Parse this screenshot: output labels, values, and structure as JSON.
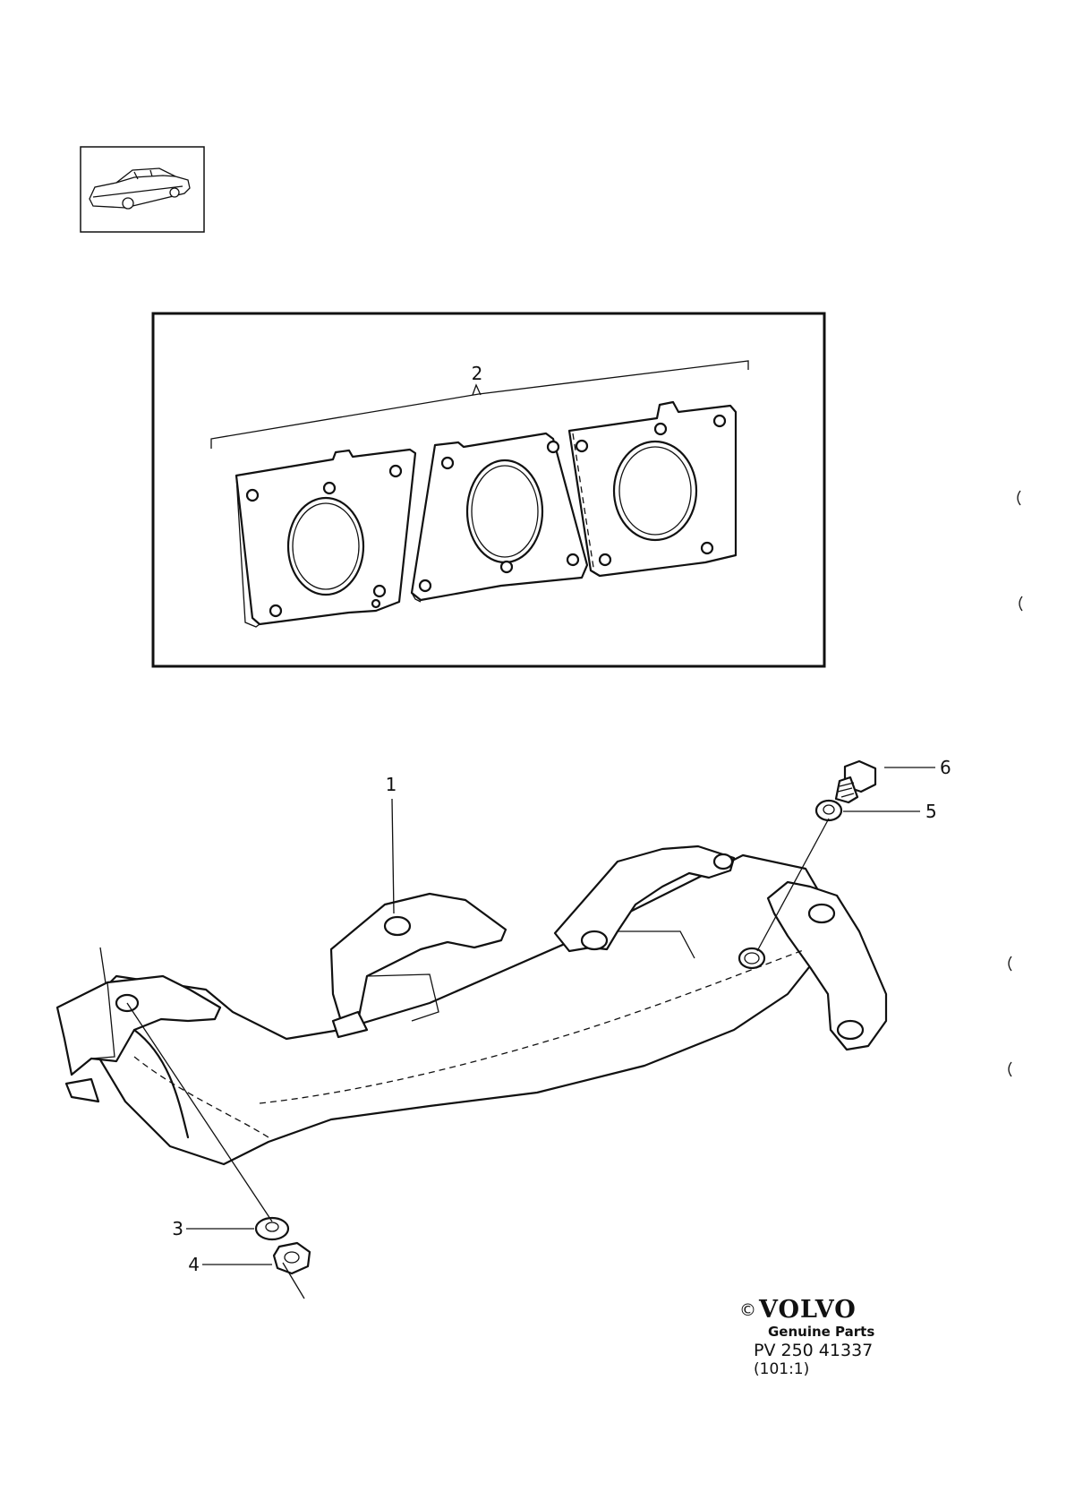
{
  "diagram": {
    "callouts": [
      {
        "id": "1",
        "label": "1"
      },
      {
        "id": "2",
        "label": "2"
      },
      {
        "id": "3",
        "label": "3"
      },
      {
        "id": "4",
        "label": "4"
      },
      {
        "id": "5",
        "label": "5"
      },
      {
        "id": "6",
        "label": "6"
      }
    ]
  },
  "branding": {
    "copyright_symbol": "©",
    "brand": "VOLVO",
    "tagline": "Genuine Parts",
    "part_ref": "PV 250 41337",
    "ratio": "(101:1)"
  },
  "colors": {
    "ink": "#111111",
    "paper": "#ffffff"
  }
}
